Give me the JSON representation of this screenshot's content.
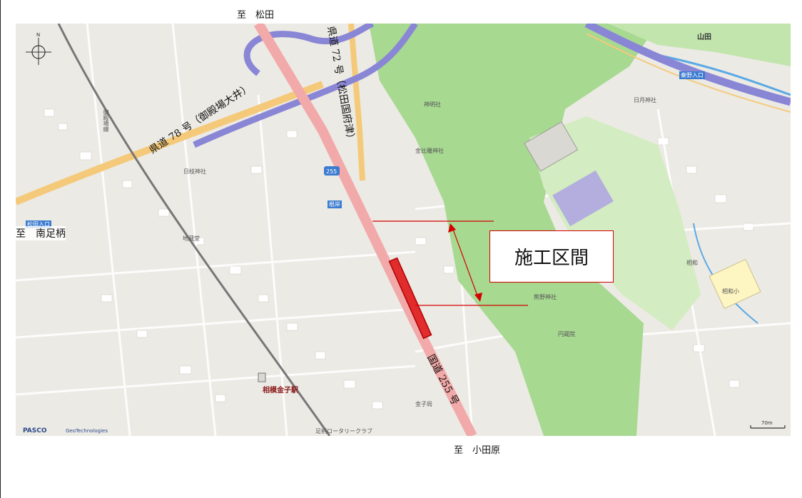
{
  "directions": {
    "north": "至　松田",
    "west": "至　南足柄",
    "south": "至　小田原"
  },
  "callout": {
    "label": "施工区間"
  },
  "road_labels": {
    "route78": "県道 78 号（御殿場大井）",
    "route72": "県道 72 号（松田国府津）",
    "route255": "国道 255 号",
    "route255_shield": "255"
  },
  "place_labels": {
    "yamada": "山田",
    "station": "相模金子駅",
    "hiyoshi": "日枝神社",
    "kumano": "熊野神社",
    "konpira": "金比羅神社",
    "jizodo": "地蔵堂",
    "enzoin": "円蔵院",
    "sowa": "相和",
    "sowa_school": "相和小",
    "matsuda_ic": "松田入口",
    "hatano_ic": "秦野入口",
    "nikko": "日月神社",
    "gotenba_road": "御殿場線",
    "shinmei": "神明社",
    "neagishi": "根岸",
    "golf": "足柄ロータリークラブ",
    "kanekoku": "金子局"
  },
  "attribution": {
    "pasco": "PASCO",
    "geo": "GeoTechnologies"
  },
  "scale_bar": {
    "label": "70m"
  },
  "colors": {
    "highlight": "#d40000",
    "national_road": "#f2a9a9",
    "prefectural_road": "#f5c97a",
    "expressway": "#8a86d6",
    "forest": "#a7d991",
    "river": "#5aa9e6"
  }
}
